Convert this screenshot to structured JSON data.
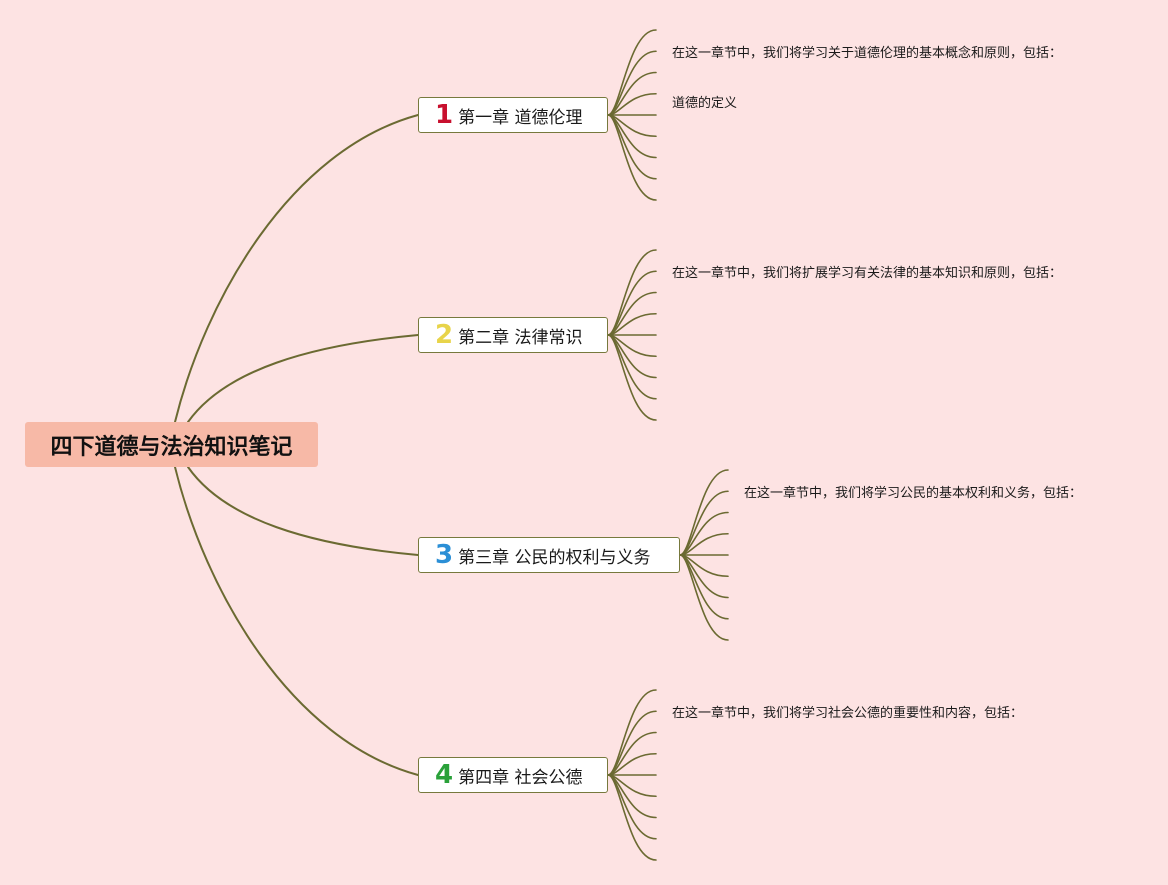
{
  "colors": {
    "background": "#fde3e3",
    "branch": "#6b6a32",
    "root_fill": "#f7b9a7",
    "node_border": "#77793d"
  },
  "root": {
    "title": "四下道德与法治知识笔记"
  },
  "chapters": [
    {
      "number": "1",
      "number_color": "#c8102e",
      "label": "第一章 道德伦理",
      "leaves": [
        "在这一章节中，我们将学习关于道德伦理的基本概念和原则，包括：",
        "道德的定义",
        "",
        "",
        "",
        "",
        "",
        "",
        ""
      ]
    },
    {
      "number": "2",
      "number_color": "#e8d44a",
      "label": "第二章 法律常识",
      "leaves": [
        "在这一章节中，我们将扩展学习有关法律的基本知识和原则，包括：",
        "",
        "",
        "",
        "",
        "",
        "",
        "",
        ""
      ]
    },
    {
      "number": "3",
      "number_color": "#2b8fd6",
      "label": "第三章 公民的权利与义务",
      "leaves": [
        "在这一章节中，我们将学习公民的基本权利和义务，包括：",
        "",
        "",
        "",
        "",
        "",
        "",
        "",
        ""
      ]
    },
    {
      "number": "4",
      "number_color": "#2aa13a",
      "label": "第四章 社会公德",
      "leaves": [
        "在这一章节中，我们将学习社会公德的重要性和内容，包括：",
        "",
        "",
        "",
        "",
        "",
        "",
        "",
        ""
      ]
    }
  ]
}
